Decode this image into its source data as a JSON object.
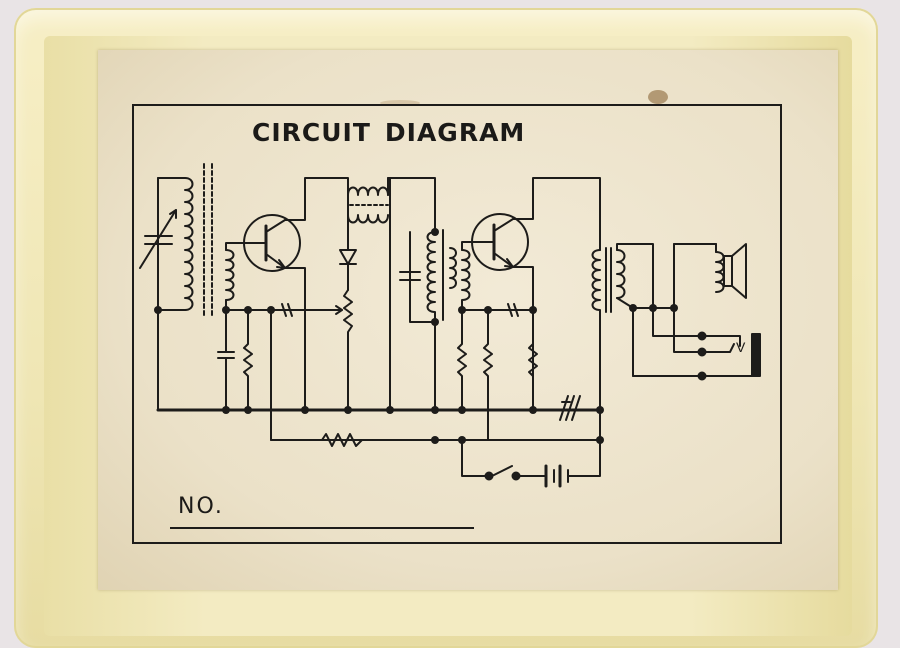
{
  "diagram": {
    "title_words": [
      "CIRCUIT",
      "DIAGRAM"
    ],
    "number_label": "NO.",
    "meter_mark": "V"
  }
}
